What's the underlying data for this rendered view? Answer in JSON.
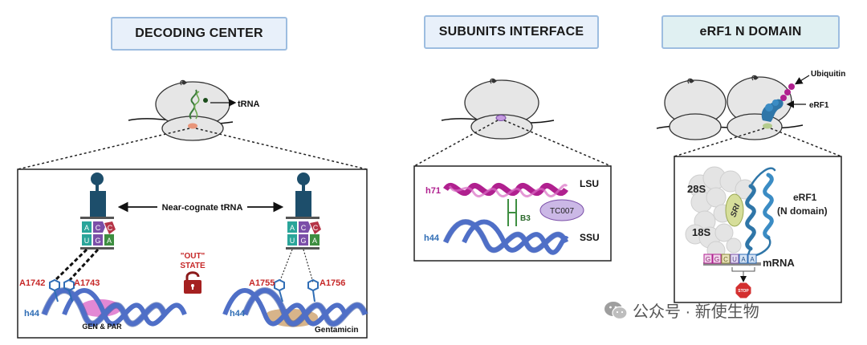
{
  "panels": {
    "decoding": {
      "title": "DECODING CENTER",
      "trna_label": "tRNA",
      "near_cognate": "Near-cognate tRNA",
      "out_line1": "\"OUT\"",
      "out_line2": "STATE",
      "left": {
        "anticodon_top": [
          "A",
          "C",
          "C"
        ],
        "anticodon_bottom": [
          "U",
          "G",
          "A"
        ],
        "res1": "A1742",
        "res2": "A1743",
        "helix": "h44",
        "drug": "GEN & PAR"
      },
      "right": {
        "anticodon_top": [
          "A",
          "C",
          "C"
        ],
        "anticodon_bottom": [
          "U",
          "G",
          "A"
        ],
        "res1": "A1755",
        "res2": "A1756",
        "helix": "h44",
        "drug": "Gentamicin"
      }
    },
    "subunits": {
      "title": "SUBUNITS INTERFACE",
      "h71": "h71",
      "lsu": "LSU",
      "b3": "B3",
      "tc007": "TC007",
      "h44": "h44",
      "ssu": "SSU"
    },
    "erf1": {
      "title": "eRF1 N DOMAIN",
      "ubiquitin": "Ubiquitin",
      "erf1": "eRF1",
      "s28": "28S",
      "s18": "18S",
      "sri": "SRI",
      "erf1_nd_line1": "eRF1",
      "erf1_nd_line2": "(N domain)",
      "mrna_letters": [
        "G",
        "G",
        "C",
        "U",
        "A",
        "A"
      ],
      "mrna": "mRNA",
      "stop": "STOP"
    }
  },
  "watermark": "公众号 · 新使生物",
  "colors": {
    "header_bg": "#e8f0fa",
    "header_bg3": "#e0f0f2",
    "header_border": "#9dbde0",
    "helix": "#4f6fc7",
    "helix_dark": "#2c4a99",
    "ribosome": "#e6e6e6",
    "red_label": "#c62828",
    "blue_label": "#2f6db5",
    "magenta": "#b0208f",
    "trna_body": "#1d4e6b",
    "erf1_blue": "#2f76a8",
    "drug_pink": "#e07bcf",
    "gentamicin": "#d7b48a"
  }
}
